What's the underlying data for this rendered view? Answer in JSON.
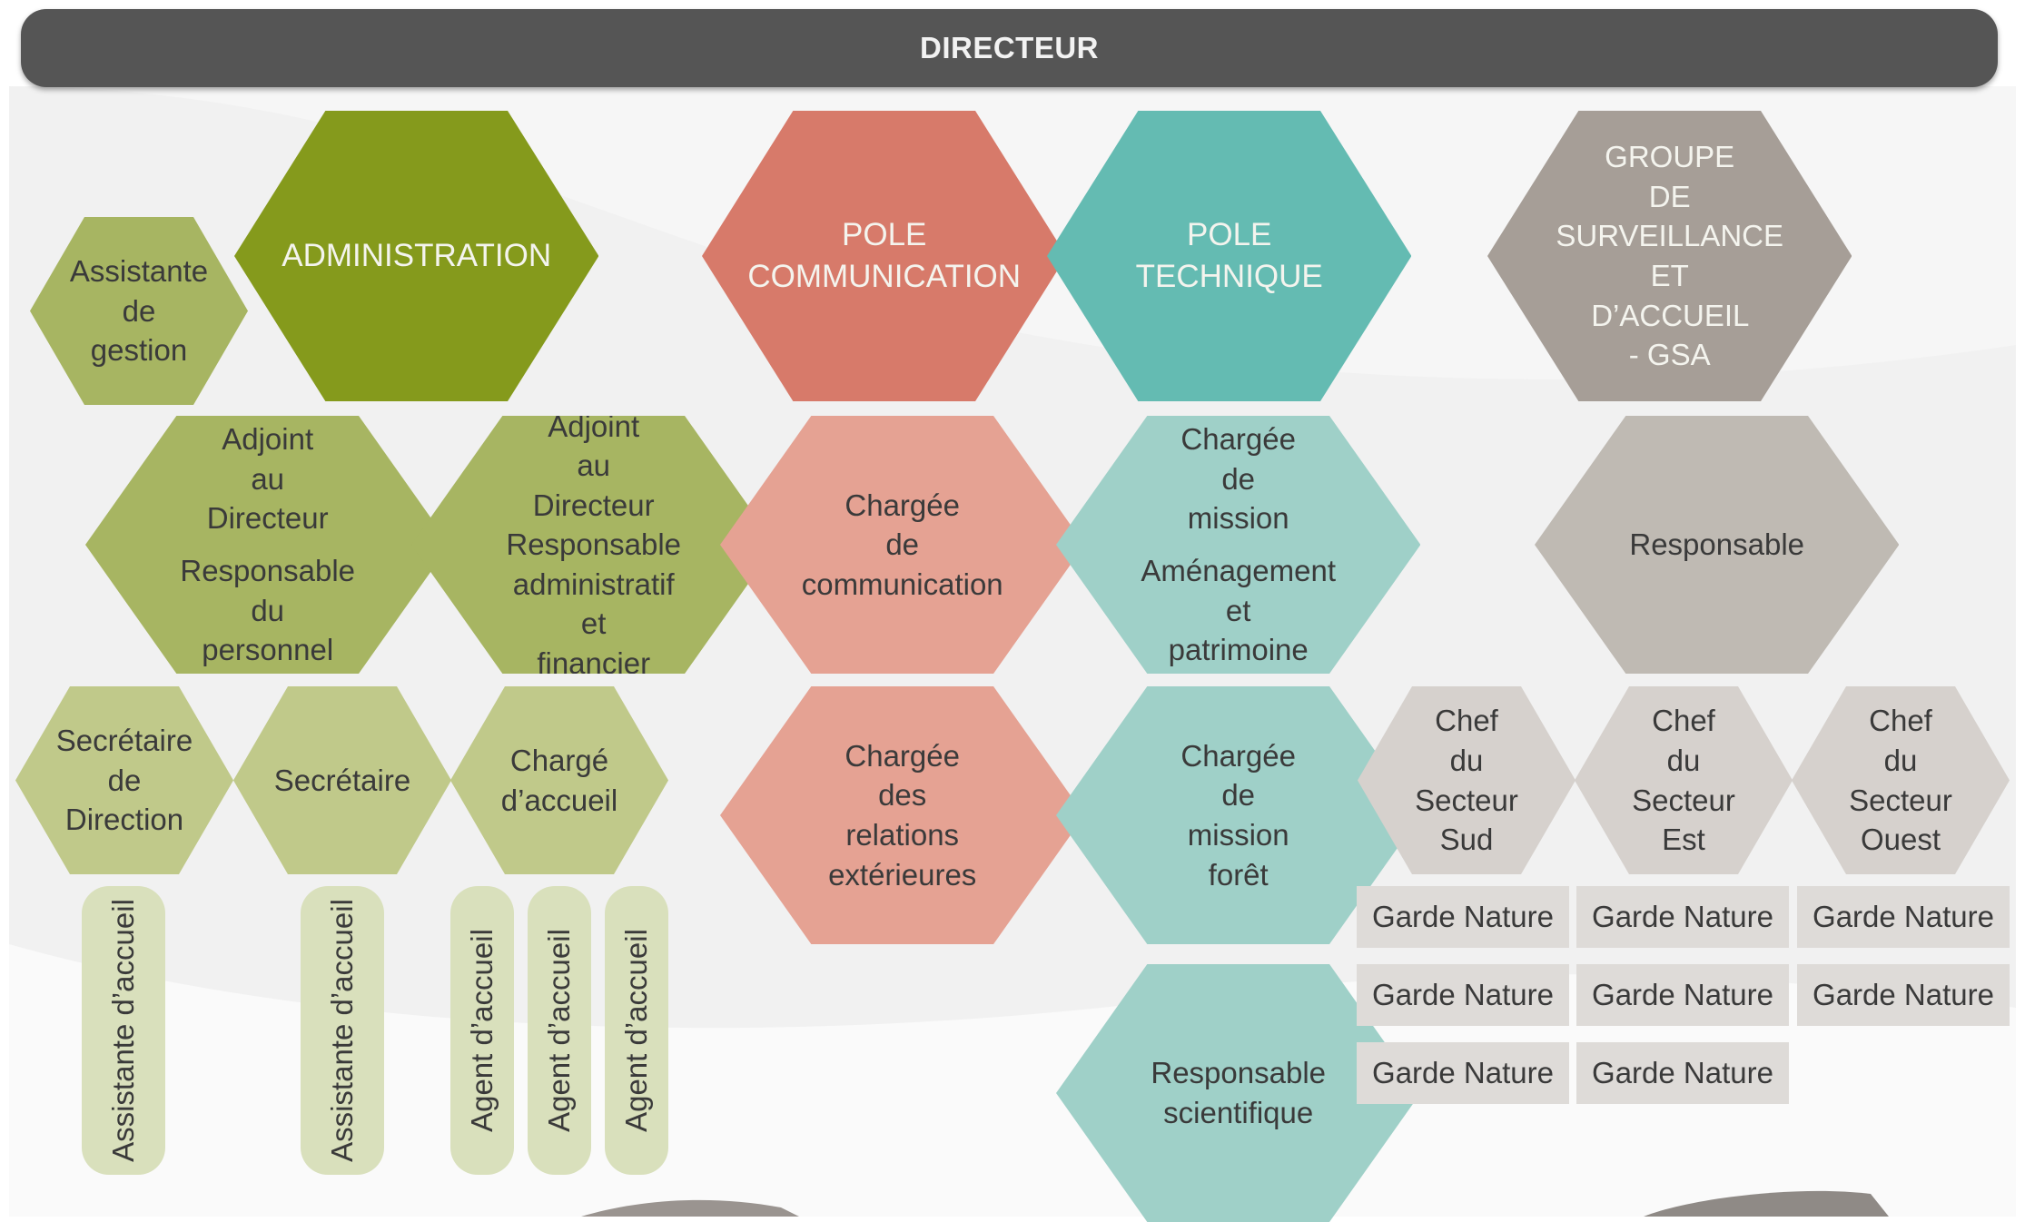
{
  "colors": {
    "admin_dark": "#859a1c",
    "admin_mid": "#a7b562",
    "admin_light": "#c0c98a",
    "admin_pill": "#d9e0bc",
    "com_dark": "#d77a6a",
    "com_light": "#e5a293",
    "tech_dark": "#64bbb2",
    "tech_light": "#9fd0c8",
    "gsa_dark": "#a69e97",
    "gsa_mid": "#bfbab3",
    "gsa_light": "#d6d1cd",
    "gsa_box": "#dedbd8",
    "director_bar": "#555555"
  },
  "director": {
    "title": "DIRECTEUR"
  },
  "administration": {
    "head": "ADMINISTRATION",
    "assistante_gestion": [
      "Assistante de",
      "gestion"
    ],
    "adjoint_personnel": {
      "title": [
        "Adjoint au",
        "Directeur"
      ],
      "role": [
        "Responsable",
        "du personnel"
      ]
    },
    "adjoint_financier": {
      "title": [
        "Adjoint au",
        "Directeur"
      ],
      "role": [
        "Responsable",
        "administratif et",
        "financier"
      ]
    },
    "secretaire_direction": [
      "Secrétaire de",
      "Direction"
    ],
    "secretaire": [
      "Secrétaire"
    ],
    "charge_accueil": [
      "Chargé",
      "d’accueil"
    ],
    "assistante_accueil_1": "Assistante d’accueil",
    "assistante_accueil_2": "Assistante d’accueil",
    "agent_accueil_1": "Agent d’accueil",
    "agent_accueil_2": "Agent d’accueil",
    "agent_accueil_3": "Agent d’accueil"
  },
  "communication": {
    "head": [
      "POLE",
      "COMMUNICATION"
    ],
    "chargee_communication": [
      "Chargée de",
      "communication"
    ],
    "chargee_relations": [
      "Chargée",
      "des relations",
      "extérieures"
    ]
  },
  "technique": {
    "head": [
      "POLE TECHNIQUE"
    ],
    "chargee_amenagement": {
      "title": [
        "Chargée de",
        "mission"
      ],
      "role": [
        "Aménagement",
        "et patrimoine"
      ]
    },
    "chargee_foret": [
      "Chargée de",
      "mission forêt"
    ],
    "responsable_scientifique": [
      "Responsable",
      "scientifique"
    ]
  },
  "gsa": {
    "head": [
      "GROUPE DE",
      "SURVEILLANCE ET",
      "D’ACCUEIL - GSA"
    ],
    "responsable": [
      "Responsable"
    ],
    "chef_sud": [
      "Chef du",
      "Secteur Sud"
    ],
    "chef_est": [
      "Chef du",
      "Secteur Est"
    ],
    "chef_ouest": [
      "Chef du",
      "Secteur Ouest"
    ],
    "garde_sud": [
      "Garde Nature",
      "Garde Nature",
      "Garde Nature"
    ],
    "garde_est": [
      "Garde Nature",
      "Garde Nature",
      "Garde Nature"
    ],
    "garde_ouest": [
      "Garde Nature",
      "Garde Nature"
    ]
  }
}
